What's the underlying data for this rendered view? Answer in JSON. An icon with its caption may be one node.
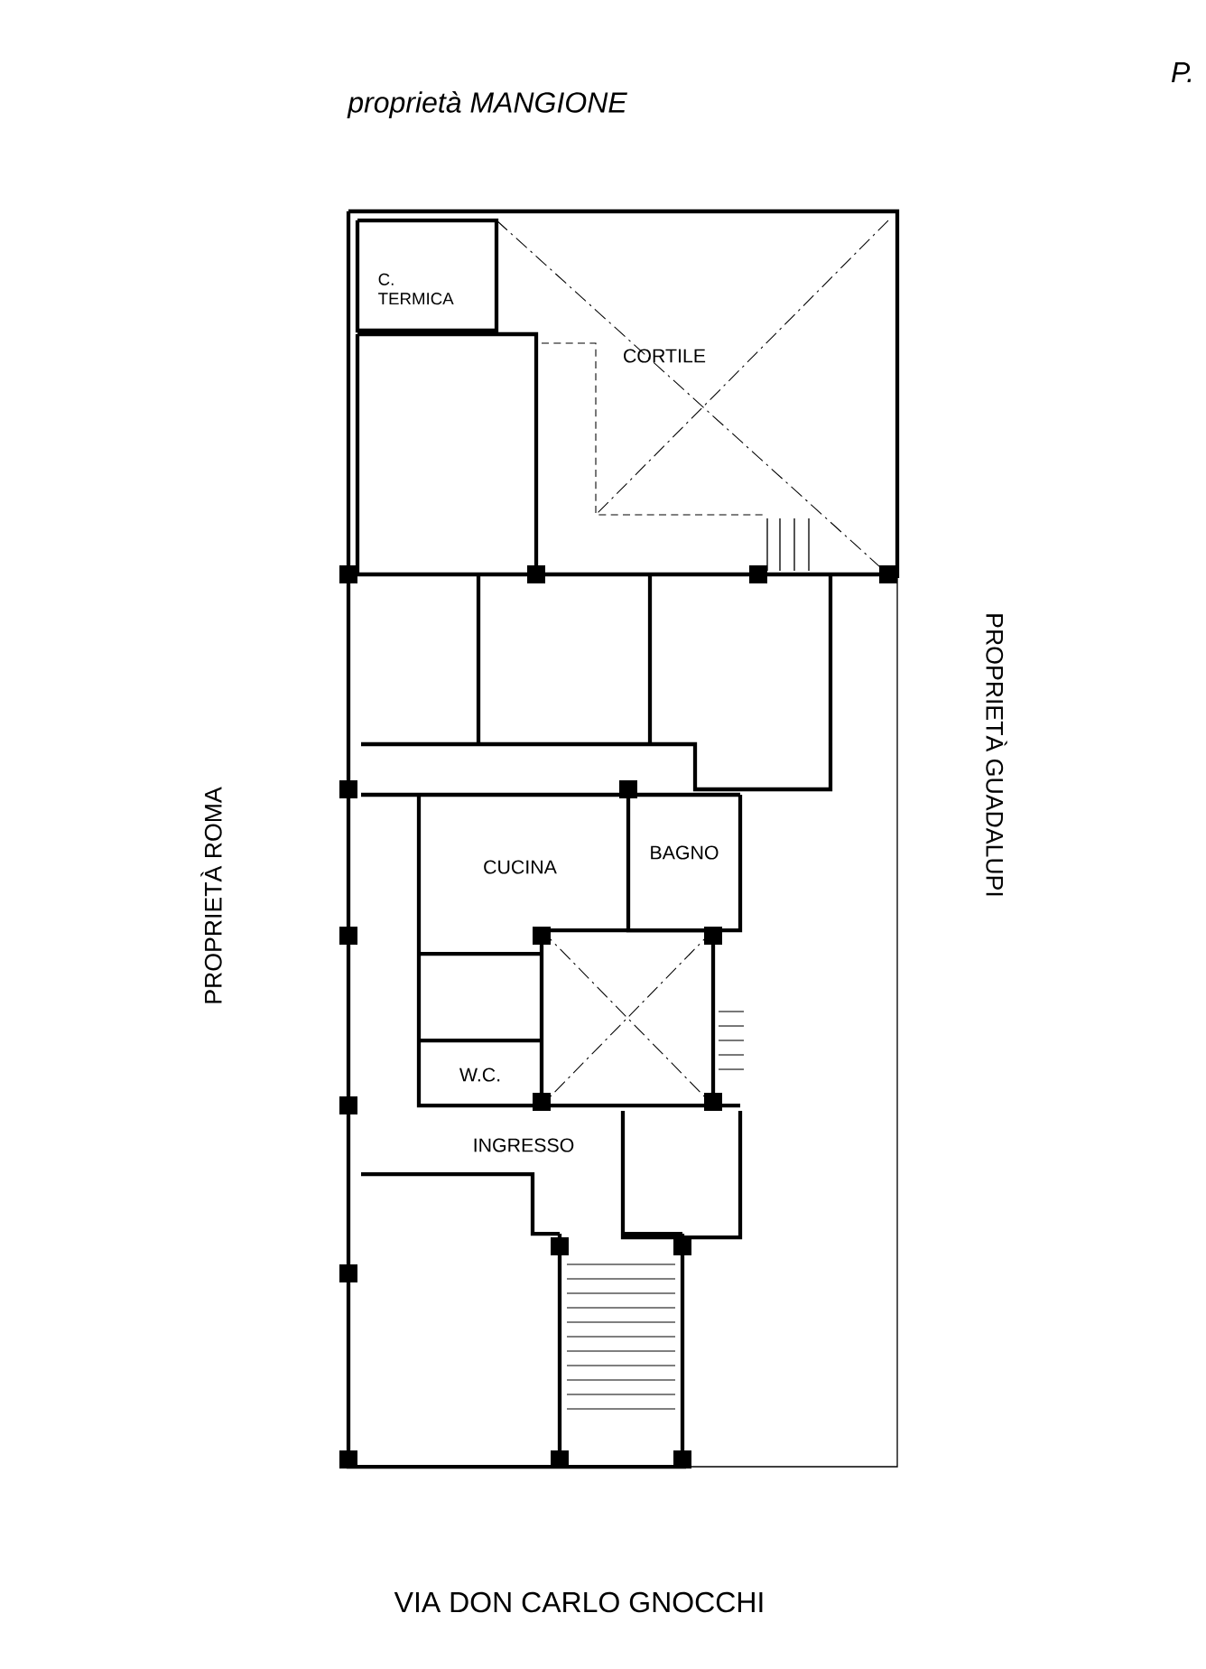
{
  "diagram": {
    "labels": [
      "proprietà MANGIONE",
      "P.",
      "C. TERMICA",
      "CORTILE",
      "PROPRIETÀ GUADALUPI",
      "PROPRIETÀ ROMA",
      "CUCINA",
      "BAGNO",
      "W.C.",
      "INGRESSO",
      "VIA DON CARLO GNOCCHI"
    ]
  }
}
